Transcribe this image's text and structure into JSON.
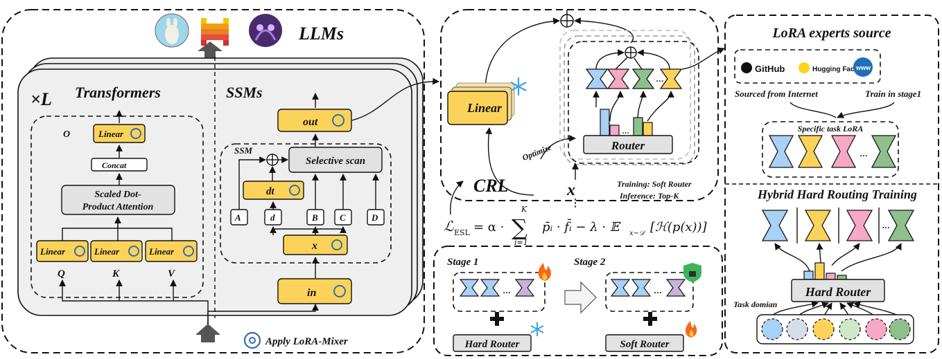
{
  "left": {
    "llms_title": "LLMs",
    "layers_label": "×L",
    "transformers_title": "Transformers",
    "ssms_title": "SSMs",
    "o_label": "O",
    "linear_label": "Linear",
    "concat_label": "Concat",
    "attention_line1": "Scaled Dot-",
    "attention_line2": "Product Attention",
    "q_label": "Q",
    "k_label": "K",
    "v_label": "V",
    "out_label": "out",
    "ssm_label": "SSM",
    "selective_scan_label": "Selective scan",
    "dt_label": "dt",
    "a_label": "A",
    "d_small_label": "d",
    "b_label": "B",
    "c_label": "C",
    "d_label": "D",
    "x_label": "x",
    "in_label": "in",
    "apply_label": "Apply LoRA-Mixer"
  },
  "middle": {
    "linear_label": "Linear",
    "router_label": "Router",
    "optimize_label": "Optimize",
    "crl_label": "CRL",
    "x_label": "x",
    "training_label": "Training: Soft Router",
    "inference_label": "Inference: Top-K",
    "loss_formula": "ℒ_ESL = α · Σ_{i=1}^{K} p̄_i · f̄_i − λ · 𝔼_{x∼𝒟}[ℋ(p(x))]",
    "stage1_label": "Stage 1",
    "stage2_label": "Stage 2",
    "hard_router_label": "Hard Router",
    "soft_router_label": "Soft Router"
  },
  "right": {
    "source_title": "LoRA experts source",
    "github_label": "GitHub",
    "huggingface_label": "Hugging Face",
    "www_label": "www",
    "sourced_label": "Sourced from Internet",
    "train_label": "Train in stage1",
    "specific_label": "Specific task LoRA",
    "hybrid_title": "Hybrid Hard Routing Training",
    "hard_router_label": "Hard Router",
    "task_domain_label": "Task domian"
  },
  "colors": {
    "yellow": "#fcd35a",
    "blue": "#a9d0f5",
    "pink": "#f7a8c4",
    "green": "#8fbf8c",
    "purple": "#c7b3dc",
    "gray": "#e2e2e2"
  }
}
